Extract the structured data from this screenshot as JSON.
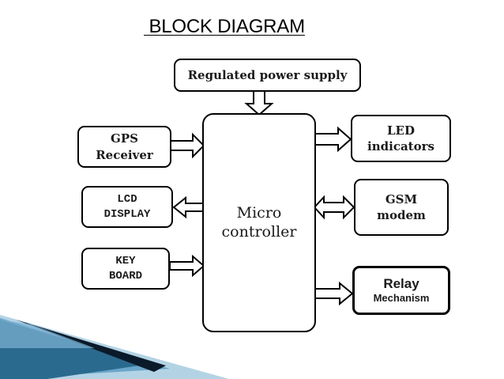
{
  "slide": {
    "title": " BLOCK DIAGRAM",
    "colors": {
      "ribbon_dark": "#0a1a2a",
      "ribbon_blue": "#2a6a8e",
      "ribbon_light": "#a6cbe0"
    }
  },
  "diagram": {
    "power_supply": "Regulated power supply",
    "microcontroller": "Micro\ncontroller",
    "gps": "GPS\nReceiver",
    "lcd": "LCD\nDISPLAY",
    "keyboard": "KEY\nBOARD",
    "led": "LED\nindicators",
    "gsm": "GSM\nmodem",
    "relay_line1": "Relay",
    "relay_line2": "Mechanism"
  }
}
